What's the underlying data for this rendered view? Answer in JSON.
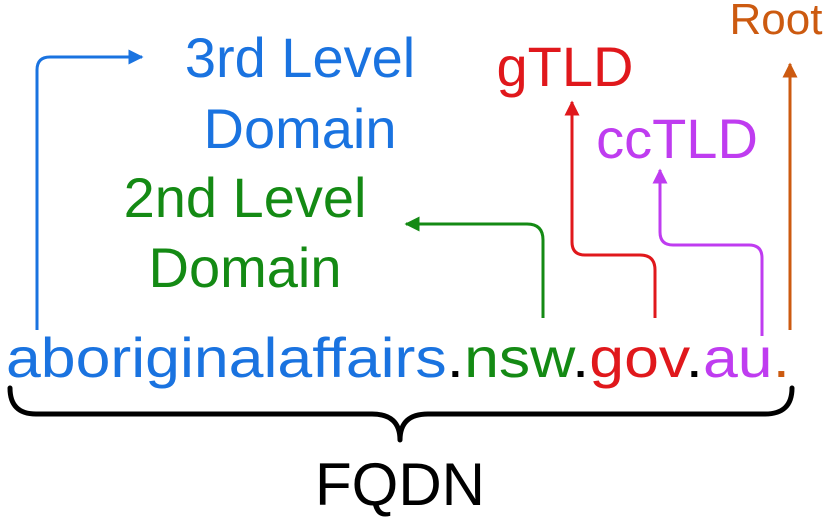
{
  "colors": {
    "third_level": "#1a73e0",
    "second_level": "#148a14",
    "gtld": "#e0181c",
    "cctld": "#bf3cf0",
    "root": "#cc5a10",
    "text": "#000000"
  },
  "labels": {
    "third_level_line1": "3rd Level",
    "third_level_line2": "Domain",
    "second_level_line1": "2nd Level",
    "second_level_line2": "Domain",
    "gtld": "gTLD",
    "cctld": "ccTLD",
    "root": "Root",
    "fqdn": "FQDN"
  },
  "domain_parts": {
    "third_level": "aboriginalaffairs",
    "dot1": ".",
    "second_level": "nsw",
    "dot2": ".",
    "gtld": "gov",
    "dot3": ".",
    "cctld": "au",
    "root_dot": "."
  }
}
